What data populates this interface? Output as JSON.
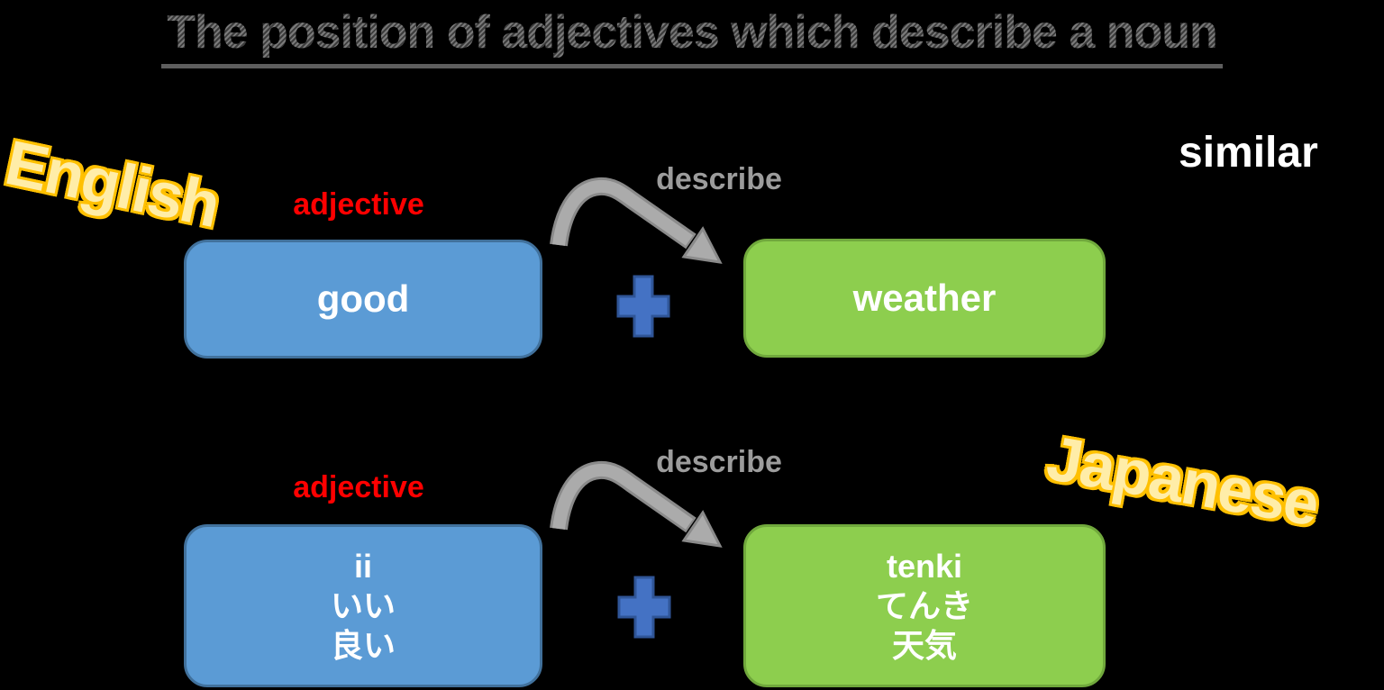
{
  "title": {
    "text": "The position of adjectives which describe a noun"
  },
  "annotations": {
    "similar": "similar",
    "adjective": "adjective",
    "describe": "describe"
  },
  "english_section": {
    "language_label": "English",
    "adjective_box": {
      "word": "good"
    },
    "noun_box": {
      "word": "weather"
    }
  },
  "japanese_section": {
    "language_label": "Japanese",
    "adjective_box": {
      "romaji": "ii",
      "hiragana": "いい",
      "kanji": "良い"
    },
    "noun_box": {
      "romaji": "tenki",
      "hiragana": "てんき",
      "kanji": "天気"
    }
  },
  "icons": {
    "plus": "plus-icon",
    "arrow": "describe-arrow"
  },
  "colors": {
    "background": "#000000",
    "title_gray": "#636363",
    "title_hatch_light": "#7A7A7A",
    "title_hatch_dark": "#3C3C3C",
    "adjective_red": "#FF0000",
    "describe_gray": "#9C9C9C",
    "arrow_gray": "#ABABAB",
    "arrow_edge_gray": "#8A8A8A",
    "blue_box_fill": "#5B9BD5",
    "blue_box_border": "#41719C",
    "green_box_fill": "#8DCE4E",
    "green_box_border": "#70A83C",
    "plus_fill": "#4472C4",
    "plus_border": "#2F5597",
    "wordart_fill": "#FFEDA8",
    "wordart_outline": "#FFC000",
    "similar_white": "#FFFFFF",
    "box_text_white": "#FFFFFF"
  }
}
